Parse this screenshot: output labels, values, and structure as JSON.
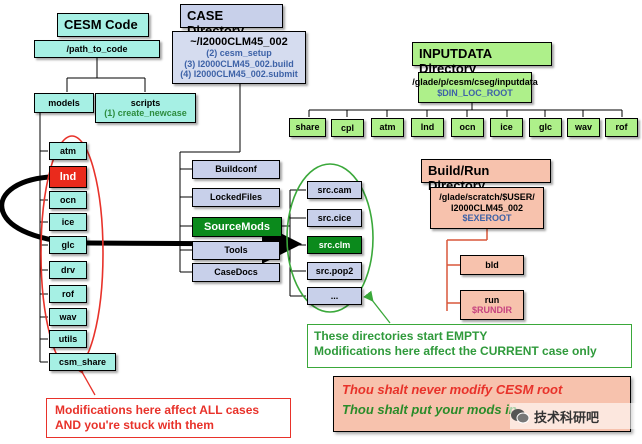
{
  "cesm_code": {
    "title": "CESM Code",
    "path": "/path_to_code",
    "models": "models",
    "scripts": "scripts",
    "create_newcase": "(1) create_newcase",
    "components": [
      "atm",
      "lnd",
      "ocn",
      "ice",
      "glc",
      "drv",
      "rof",
      "wav",
      "utils",
      "csm_share"
    ]
  },
  "case_directory": {
    "title": "CASE Directory",
    "case_name": "~/I2000CLM45_002",
    "step2": "(2) cesm_setup",
    "step3": "(3) I2000CLM45_002.build",
    "step4": "(4) I2000CLM45_002.submit",
    "subdirs": [
      "Buildconf",
      "LockedFiles",
      "SourceMods",
      "Tools",
      "CaseDocs"
    ]
  },
  "sourcemods": [
    "src.cam",
    "src.cice",
    "src.clm",
    "src.pop2",
    "..."
  ],
  "inputdata": {
    "title": "INPUTDATA Directory",
    "path": "/glade/p/cesm/cseg/inputdata",
    "var": "$DIN_LOC_ROOT",
    "subdirs": [
      "share",
      "cpl",
      "atm",
      "lnd",
      "ocn",
      "ice",
      "glc",
      "wav",
      "rof"
    ]
  },
  "buildrun": {
    "title": "Build/Run Directory",
    "path1": "/glade/scratch/$USER/",
    "path2": "I2000CLM45_002",
    "var": "$EXEROOT",
    "bld": "bld",
    "run": "run",
    "run_var": "$RUNDIR"
  },
  "notes": {
    "empty_line1": "These directories start EMPTY",
    "empty_line2": "Modifications here affect the CURRENT case only",
    "all_line1": "Modifications here affect ALL cases",
    "all_line2": "AND you're stuck with them",
    "never": "Thou shalt never modify CESM root",
    "shalt": "Thou shalt put your mods in",
    "watermark": "技术科研吧"
  },
  "colors": {
    "teal": "#a6f0e4",
    "blue": "#c8d0ea",
    "green_box": "#aef08a",
    "green_dark": "#0b8a1c",
    "red": "#ea2a1c",
    "salmon": "#f7c2ad",
    "oval_red": "#e8322a",
    "oval_green": "#3aa83a"
  }
}
